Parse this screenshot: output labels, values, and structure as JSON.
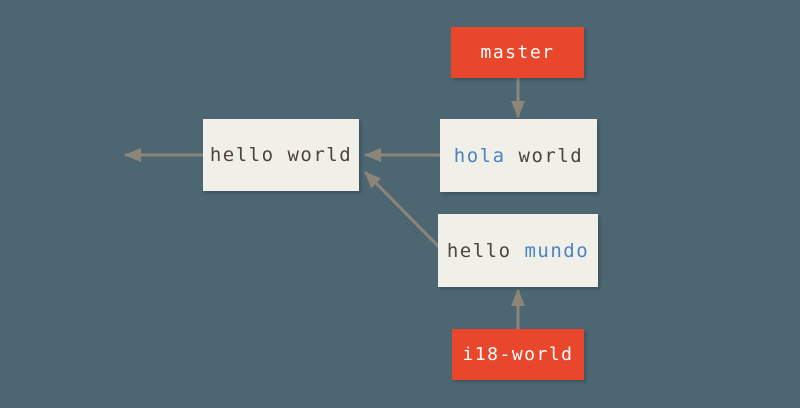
{
  "colors": {
    "background": "#4C6672",
    "commit_box_bg": "#F1F0E8",
    "commit_text": "#4D443E",
    "keyword_blue": "#4A82C4",
    "branch_bg": "#E8472B",
    "branch_text": "#FFFFFF",
    "arrow": "#8E8579"
  },
  "branch_labels": [
    {
      "name": "master",
      "label": "master"
    },
    {
      "name": "i18-world",
      "label": "i18-world"
    }
  ],
  "commits": [
    {
      "name": "hello-world",
      "parts": [
        {
          "text": "hello ",
          "color": "dark"
        },
        {
          "text": "world",
          "color": "dark"
        }
      ]
    },
    {
      "name": "hola-world",
      "parts": [
        {
          "text": "hola",
          "color": "blue"
        },
        {
          "text": " world",
          "color": "dark"
        }
      ]
    },
    {
      "name": "hello-mundo",
      "parts": [
        {
          "text": "hello ",
          "color": "dark"
        },
        {
          "text": "mundo",
          "color": "blue"
        }
      ]
    }
  ],
  "edges": [
    {
      "from": "branch-master",
      "to": "commit-hola-world",
      "direction": "down"
    },
    {
      "from": "commit-hola-world",
      "to": "commit-hello-world",
      "direction": "left"
    },
    {
      "from": "commit-hello-mundo",
      "to": "commit-hello-world",
      "direction": "up-left"
    },
    {
      "from": "commit-hello-world",
      "to": "earlier-history-offscreen",
      "direction": "left"
    },
    {
      "from": "branch-i18-world",
      "to": "commit-hello-mundo",
      "direction": "up"
    }
  ]
}
